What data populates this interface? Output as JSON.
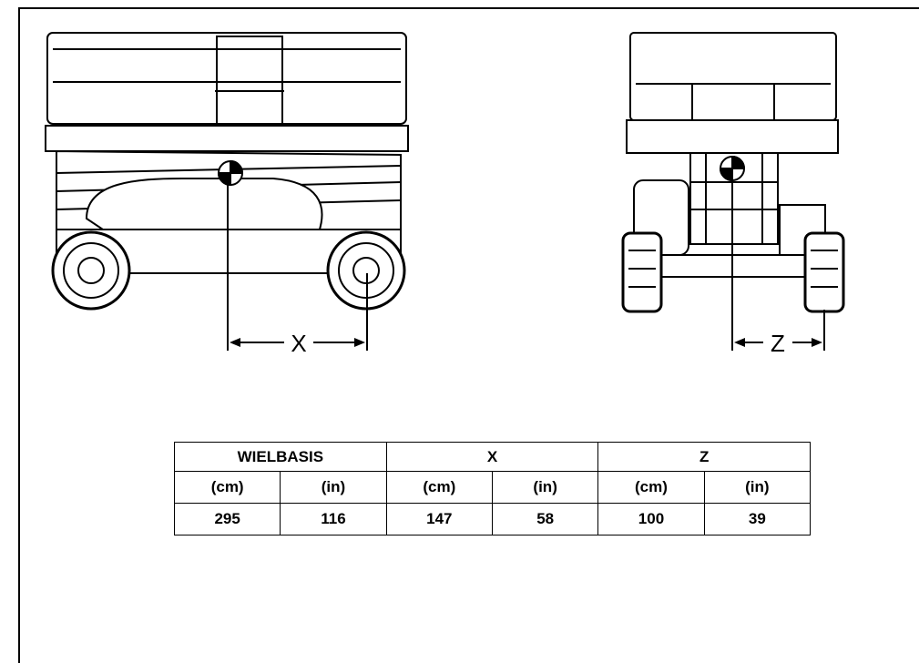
{
  "figure": {
    "side_view_dimension_label": "X",
    "rear_view_dimension_label": "Z"
  },
  "table": {
    "headers": [
      "WIELBASIS",
      "X",
      "Z"
    ],
    "units": [
      "(cm)",
      "(in)",
      "(cm)",
      "(in)",
      "(cm)",
      "(in)"
    ],
    "values": [
      "295",
      "116",
      "147",
      "58",
      "100",
      "39"
    ]
  }
}
